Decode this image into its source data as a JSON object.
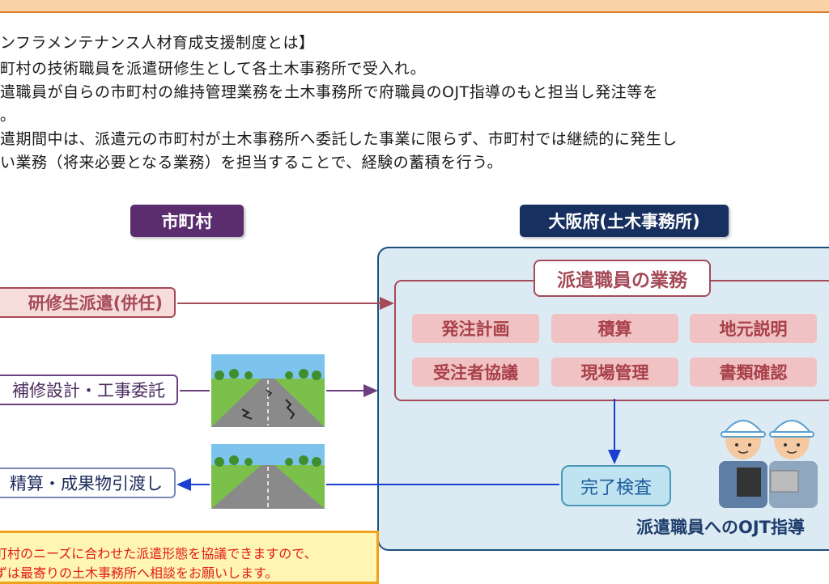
{
  "intro": {
    "heading": "ンフラメンテナンス人材育成支援制度とは】",
    "line1": "町村の技術職員を派遣研修生として各土木事務所で受入れ。",
    "line2": "遣職員が自らの市町村の維持管理業務を土木事務所で府職員のOJT指導のもと担当し発注等を",
    "line3": "。",
    "line4": "遣期間中は、派遣元の市町村が土木事務所へ委託した事業に限らず、市町村では継続的に発生し",
    "line5": "い業務（将来必要となる業務）を担当することで、経験の蓄積を行う。"
  },
  "headers": {
    "municipality": "市町村",
    "osaka": "大阪府(土木事務所)"
  },
  "left_items": {
    "dispatch": "研修生派遣(併任)",
    "design": "補修設計・工事委託",
    "settlement": "精算・成果物引渡し"
  },
  "duties": {
    "title": "派遣職員の業務",
    "items": [
      "発注計画",
      "積算",
      "地元説明",
      "受注者協議",
      "現場管理",
      "書類確認"
    ]
  },
  "inspection": "完了検査",
  "ojt_label": "派遣職員へのOJT指導",
  "notice": {
    "line1": "町村のニーズに合わせた派遣形態を協議できますので、",
    "line2": "ずは最寄りの土木事務所へ相談をお願いします。"
  },
  "colors": {
    "municipality_header": "#5b2d6e",
    "osaka_header": "#17305f",
    "dispatch_border": "#a54a57",
    "design_border": "#6e3f80",
    "settlement_border": "#7a8ab5",
    "arrow_red": "#a54a57",
    "arrow_purple": "#6e3f80",
    "arrow_blue": "#1a3fd0"
  }
}
